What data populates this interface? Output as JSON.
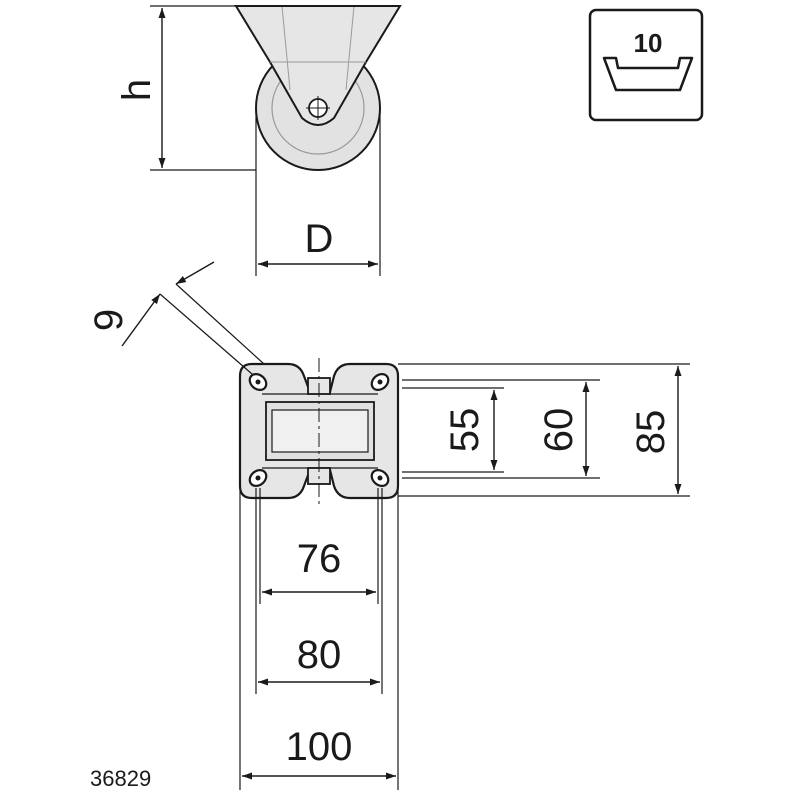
{
  "side_view": {
    "height_label": "h",
    "diameter_label": "D"
  },
  "slot_badge": {
    "value": "10"
  },
  "plate_view": {
    "hole_diameter": "9",
    "inner_spacing_a": "55",
    "inner_spacing_b": "60",
    "plate_depth": "85",
    "hole_spacing_76": "76",
    "hole_spacing_80": "80",
    "plate_width": "100"
  },
  "part_number": "36829",
  "colors": {
    "ink": "#1a1a1a",
    "part_fill": "#e6e6e6",
    "part_fill_dark": "#d4d4d4",
    "background": "#ffffff"
  }
}
